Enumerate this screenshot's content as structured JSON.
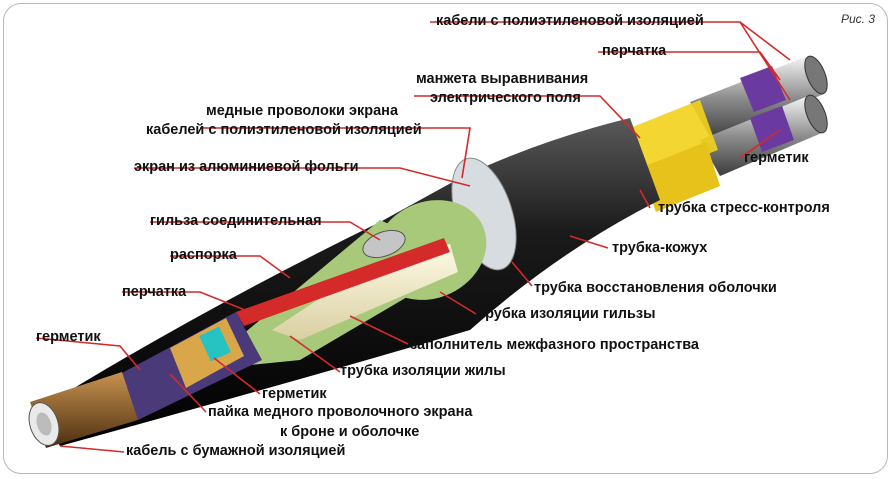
{
  "figure_ref": "Рис. 3",
  "labels": {
    "pe_cables": "кабели с полиэтиленовой изоляцией",
    "glove_top": "перчатка",
    "stress_cone_l1": "манжета выравнивания",
    "stress_cone_l2": "электрического поля",
    "copper_wires_l1": "медные проволоки экрана",
    "copper_wires_l2": "кабелей с полиэтиленовой изоляцией",
    "al_foil": "экран из алюминиевой фольги",
    "sealant_right": "герметик",
    "stress_tube": "трубка стресс-контроля",
    "connector": "гильза соединительная",
    "jacket_tube": "трубка-кожух",
    "spacer": "распорка",
    "sheath_restore": "трубка восстановления оболочки",
    "glove_left": "перчатка",
    "sleeve_insulation": "трубка изоляции гильзы",
    "sealant_left": "герметик",
    "filler": "заполнитель межфазного пространства",
    "core_insulation": "трубка изоляции жилы",
    "sealant_bottom": "герметик",
    "solder_l1": "пайка медного проволочного экрана",
    "solder_l2": "к броне и оболочке",
    "paper_cable": "кабель с бумажной изоляцией"
  },
  "colors": {
    "jacket": "#111111",
    "filler": "#a8c97a",
    "spacer": "#d42a2a",
    "stress": "#f3d21c",
    "glove": "#6a3aa0",
    "foil": "#d6dce0",
    "paper_cable": "#7a4e22"
  }
}
